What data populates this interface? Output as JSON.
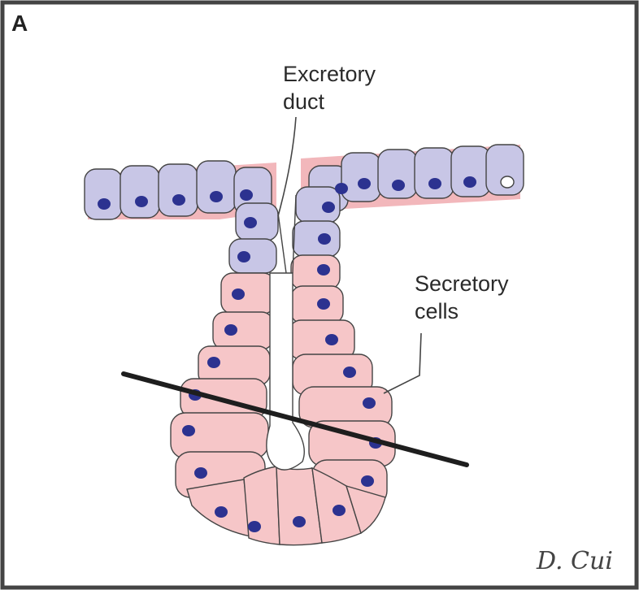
{
  "panel_label": "A",
  "labels": {
    "excretory_duct_line1": "Excretory",
    "excretory_duct_line2": "duct",
    "secretory_cells_line1": "Secretory",
    "secretory_cells_line2": "cells"
  },
  "signature": "D. Cui",
  "colors": {
    "duct_cells": "#c8c6e6",
    "secretory_cells": "#f6c6c8",
    "nuclei": "#2c3290",
    "intercellular": "#f2b7bb",
    "section_line": "#1e1e1e",
    "frame": "#444444"
  }
}
